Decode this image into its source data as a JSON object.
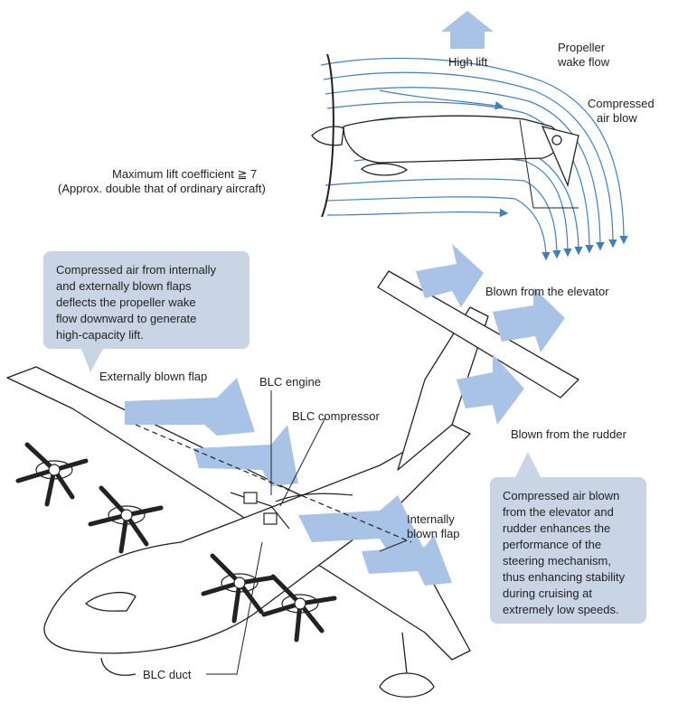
{
  "airflow": {
    "high_lift": "High lift",
    "propeller_wake_1": "Propeller",
    "propeller_wake_2": "wake flow",
    "compressed_blow_1": "Compressed",
    "compressed_blow_2": "air blow",
    "max_lift_1": "Maximum lift coefficient ≧ 7",
    "max_lift_2": "(Approx. double that of ordinary aircraft)"
  },
  "callout_top": {
    "lines": [
      "Compressed air from internally",
      "and externally blown flaps",
      "deflects the propeller wake",
      "flow downward to generate",
      "high-capacity lift."
    ]
  },
  "callout_bottom": {
    "lines": [
      "Compressed air blown",
      "from the elevator and",
      "rudder enhances the",
      "performance of the",
      "steering mechanism,",
      "thus enhancing stability",
      "during cruising at",
      "extremely low speeds."
    ]
  },
  "labels": {
    "externally_blown_flap": "Externally blown flap",
    "blc_engine": "BLC engine",
    "blc_compressor": "BLC compressor",
    "blown_elevator": "Blown from the elevator",
    "blown_rudder": "Blown from the rudder",
    "internally_1": "Internally",
    "internally_2": "blown flap",
    "blc_duct": "BLC duct"
  },
  "colors": {
    "flow_line": "#3f7fc0",
    "arrow_fill": "#a9c3e6",
    "callout_bg": "#c9d4e4"
  }
}
